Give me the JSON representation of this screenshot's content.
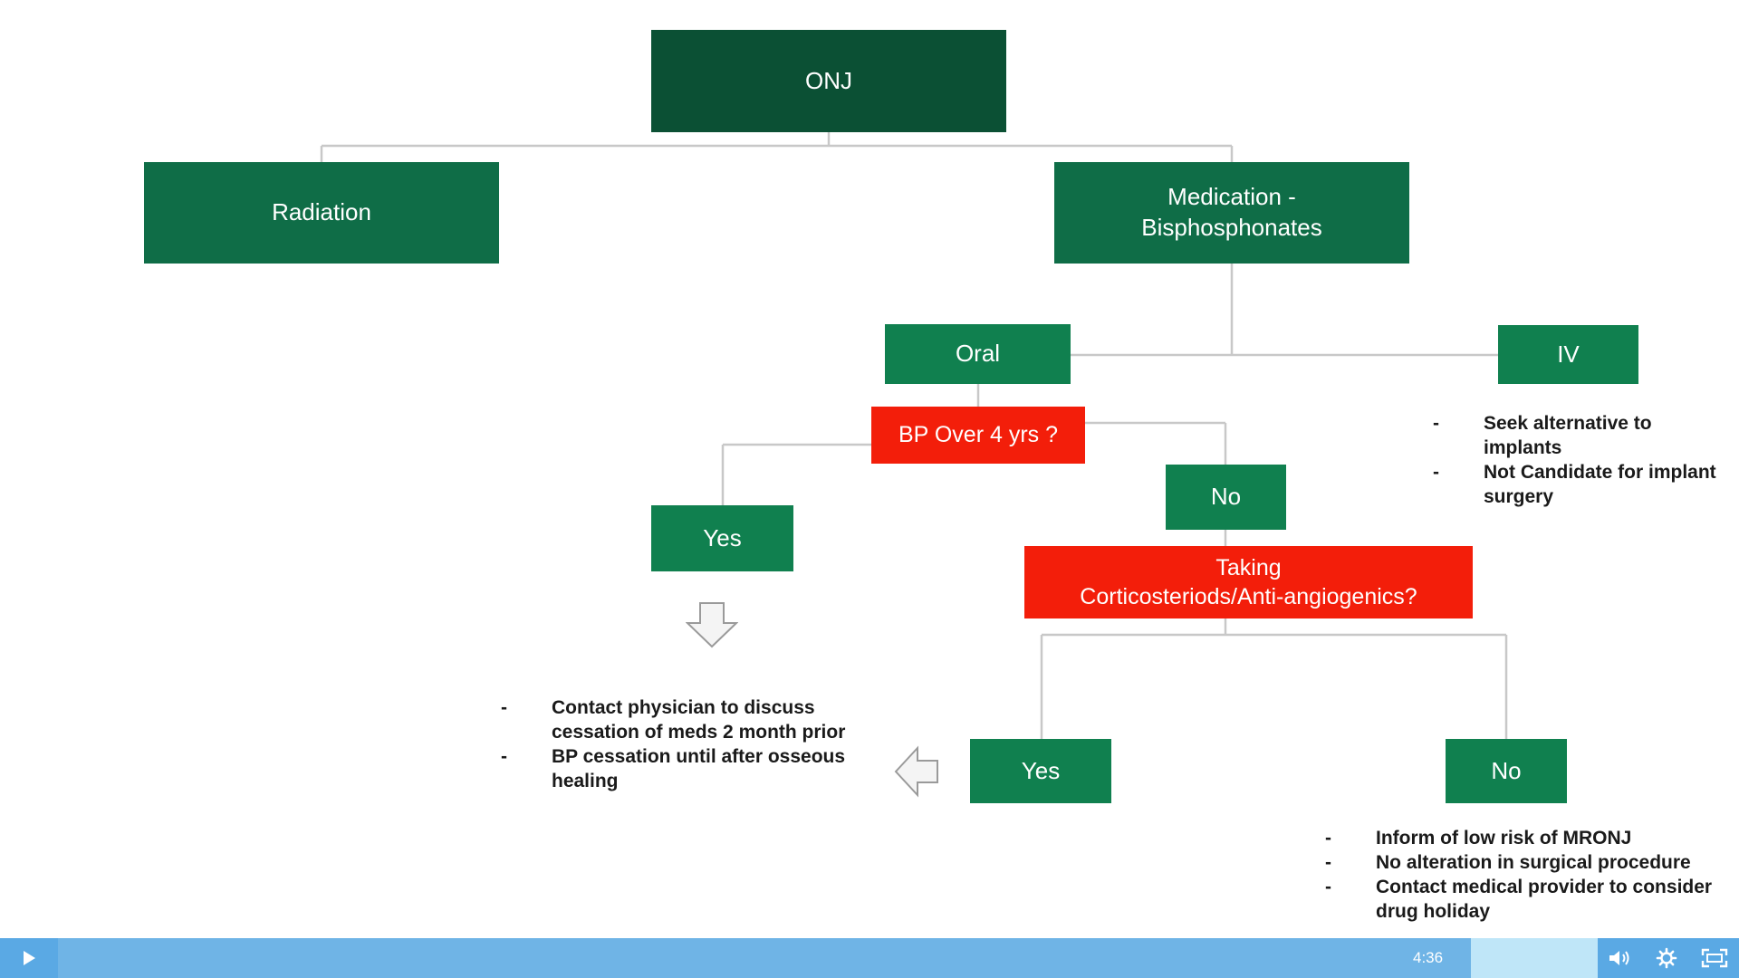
{
  "diagram": {
    "nodes": {
      "onj": "ONJ",
      "radiation": "Radiation",
      "medication": "Medication -\nBisphosphonates",
      "oral": "Oral",
      "iv": "IV",
      "bp_question": "BP Over 4 yrs ?",
      "bp_yes": "Yes",
      "bp_no": "No",
      "cortico_question": "Taking\nCorticosteriods/Anti-angiogenics?",
      "cortico_yes": "Yes",
      "cortico_no": "No"
    },
    "notes": {
      "iv": [
        "Seek alternative to implants",
        "Not Candidate for implant surgery"
      ],
      "yes": [
        "Contact physician to discuss cessation of meds 2 month prior",
        "BP cessation until after osseous healing"
      ],
      "no": [
        "Inform of low risk of MRONJ",
        "No alteration in surgical procedure",
        "Contact medical provider to consider drug holiday"
      ],
      "bullet": "-"
    },
    "colors": {
      "root": "#0b5034",
      "level1": "#0f6d47",
      "level2": "#10804f",
      "question": "#f31e0a",
      "connector": "#c8c8c8"
    }
  },
  "player": {
    "time": "4:36",
    "progress": 0.0,
    "volume_level": 1.0,
    "icons": [
      "play-icon",
      "volume-icon",
      "settings-icon",
      "fullscreen-icon"
    ]
  }
}
